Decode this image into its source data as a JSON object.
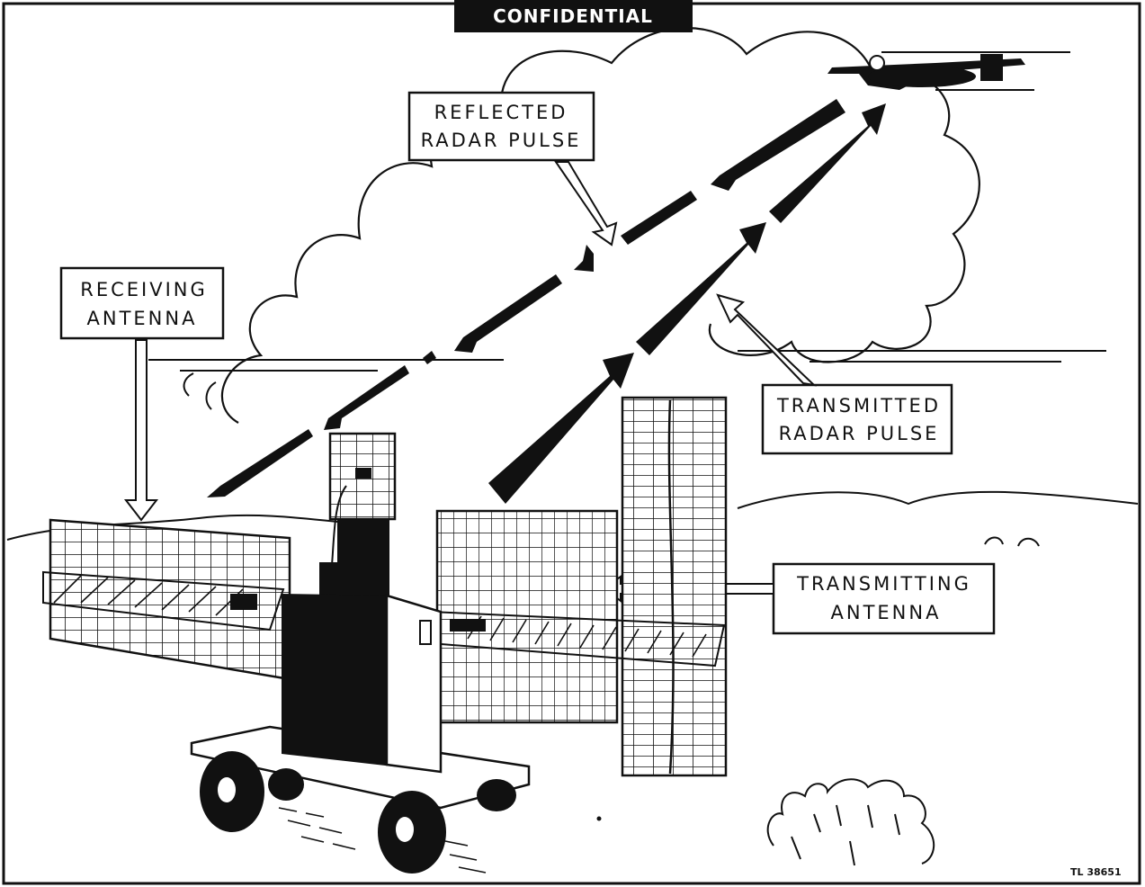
{
  "header_stamp": "CONFIDENTIAL",
  "labels": {
    "reflected": [
      "REFLECTED",
      "RADAR PULSE"
    ],
    "receiving": [
      "RECEIVING",
      "ANTENNA"
    ],
    "transmitted": [
      "TRANSMITTED",
      "RADAR PULSE"
    ],
    "transmitting": [
      "TRANSMITTING",
      "ANTENNA"
    ]
  },
  "figure_code": "TL 38651",
  "colors": {
    "ink": "#111111",
    "paper": "#ffffff"
  }
}
